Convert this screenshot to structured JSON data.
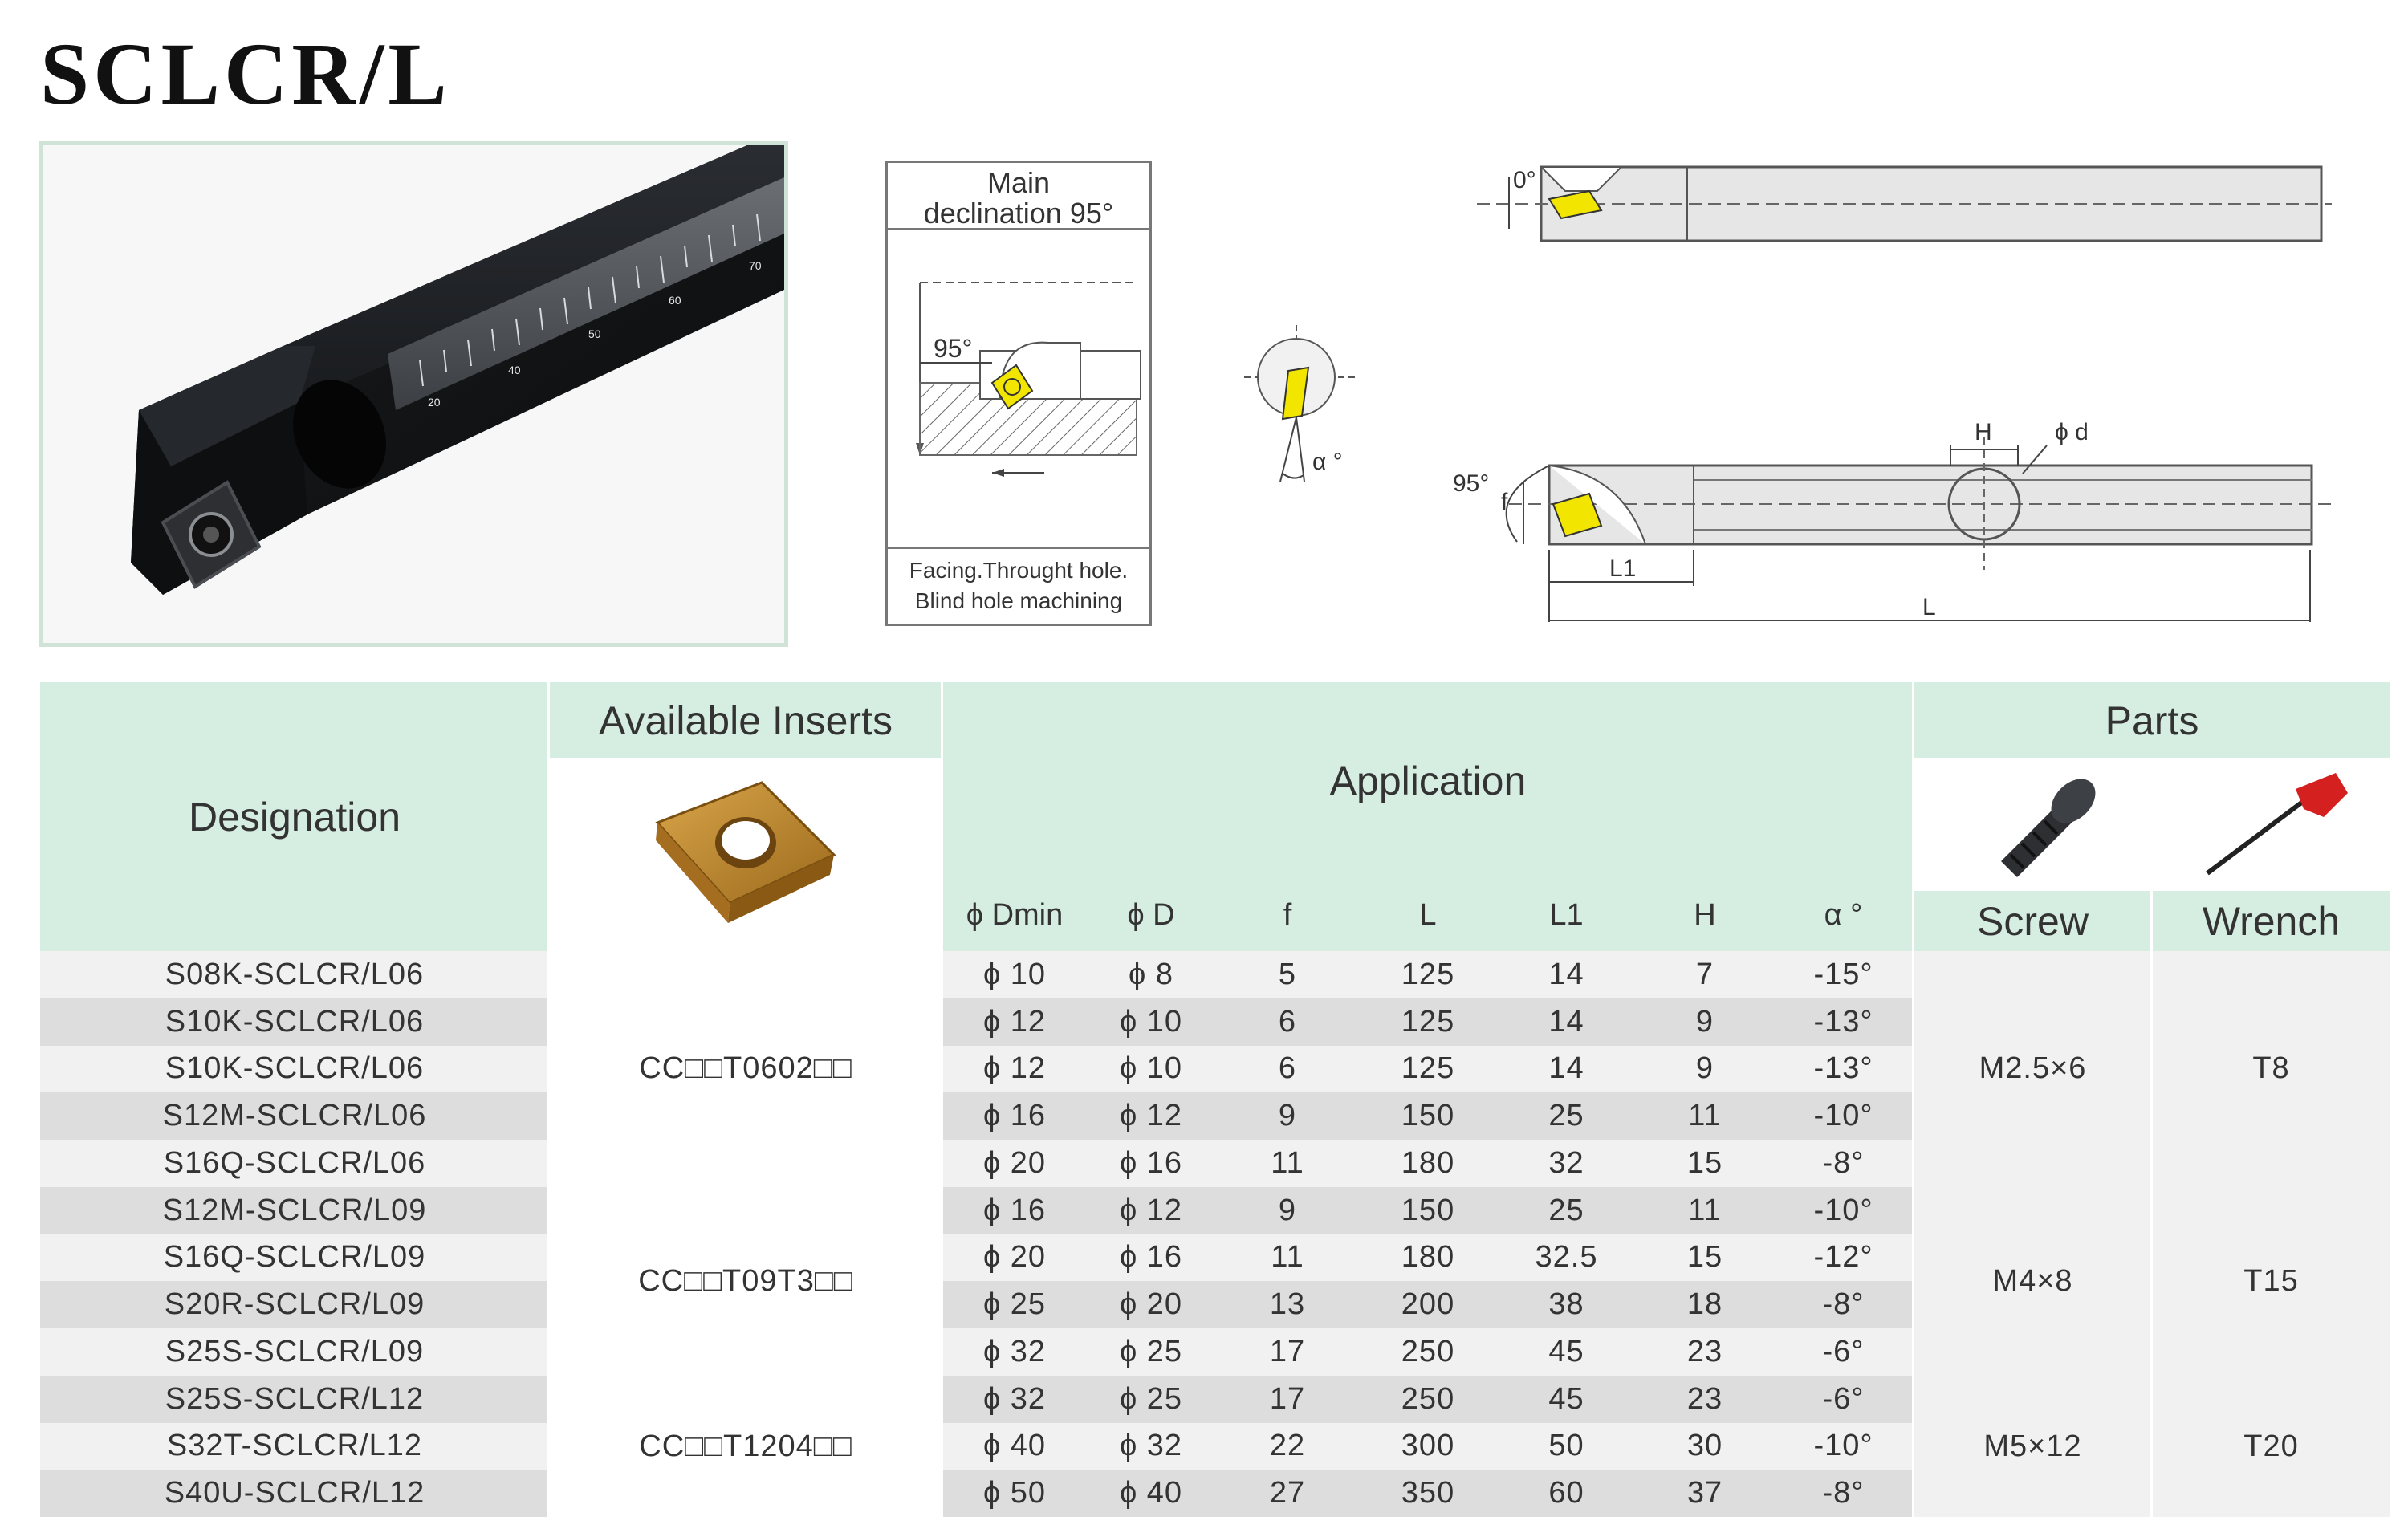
{
  "title": "SCLCR/L",
  "declination": {
    "header_line1": "Main",
    "header_line2": "declination 95°",
    "angle": "95°",
    "footer_line1": "Facing.Throught hole.",
    "footer_line2": "Blind hole machining"
  },
  "cross_section": {
    "alpha": "α °"
  },
  "drawing": {
    "angle_top": "0°",
    "angle_side": "95°",
    "f": "f",
    "H": "H",
    "phi_d": "ϕ d",
    "L1": "L1",
    "L": "L"
  },
  "photo_scale_marks": [
    "20",
    "40",
    "50",
    "60",
    "70"
  ],
  "table": {
    "headers": {
      "designation": "Designation",
      "available_inserts": "Available Inserts",
      "application": "Application",
      "parts": "Parts",
      "screw": "Screw",
      "wrench": "Wrench"
    },
    "app_columns": [
      "ϕ Dmin",
      "ϕ D",
      "f",
      "L",
      "L1",
      "H",
      "α °"
    ],
    "rows": [
      {
        "designation": "S08K-SCLCR/L06",
        "dmin": "ϕ 10",
        "d": "ϕ 8",
        "f": "5",
        "l": "125",
        "l1": "14",
        "h": "7",
        "alpha": "-15°"
      },
      {
        "designation": "S10K-SCLCR/L06",
        "dmin": "ϕ 12",
        "d": "ϕ 10",
        "f": "6",
        "l": "125",
        "l1": "14",
        "h": "9",
        "alpha": "-13°"
      },
      {
        "designation": "S10K-SCLCR/L06",
        "dmin": "ϕ 12",
        "d": "ϕ 10",
        "f": "6",
        "l": "125",
        "l1": "14",
        "h": "9",
        "alpha": "-13°"
      },
      {
        "designation": "S12M-SCLCR/L06",
        "dmin": "ϕ 16",
        "d": "ϕ 12",
        "f": "9",
        "l": "150",
        "l1": "25",
        "h": "11",
        "alpha": "-10°"
      },
      {
        "designation": "S16Q-SCLCR/L06",
        "dmin": "ϕ 20",
        "d": "ϕ 16",
        "f": "11",
        "l": "180",
        "l1": "32",
        "h": "15",
        "alpha": "-8°"
      },
      {
        "designation": "S12M-SCLCR/L09",
        "dmin": "ϕ 16",
        "d": "ϕ 12",
        "f": "9",
        "l": "150",
        "l1": "25",
        "h": "11",
        "alpha": "-10°"
      },
      {
        "designation": "S16Q-SCLCR/L09",
        "dmin": "ϕ 20",
        "d": "ϕ 16",
        "f": "11",
        "l": "180",
        "l1": "32.5",
        "h": "15",
        "alpha": "-12°"
      },
      {
        "designation": "S20R-SCLCR/L09",
        "dmin": "ϕ 25",
        "d": "ϕ 20",
        "f": "13",
        "l": "200",
        "l1": "38",
        "h": "18",
        "alpha": "-8°"
      },
      {
        "designation": "S25S-SCLCR/L09",
        "dmin": "ϕ 32",
        "d": "ϕ 25",
        "f": "17",
        "l": "250",
        "l1": "45",
        "h": "23",
        "alpha": "-6°"
      },
      {
        "designation": "S25S-SCLCR/L12",
        "dmin": "ϕ 32",
        "d": "ϕ 25",
        "f": "17",
        "l": "250",
        "l1": "45",
        "h": "23",
        "alpha": "-6°"
      },
      {
        "designation": "S32T-SCLCR/L12",
        "dmin": "ϕ 40",
        "d": "ϕ 32",
        "f": "22",
        "l": "300",
        "l1": "50",
        "h": "30",
        "alpha": "-10°"
      },
      {
        "designation": "S40U-SCLCR/L12",
        "dmin": "ϕ 50",
        "d": "ϕ 40",
        "f": "27",
        "l": "350",
        "l1": "60",
        "h": "37",
        "alpha": "-8°"
      }
    ],
    "groups": [
      {
        "insert": "CC□□T0602□□",
        "screw": "M2.5×6",
        "wrench": "T8"
      },
      {
        "insert": "CC□□T09T3□□",
        "screw": "M4×8",
        "wrench": "T15"
      },
      {
        "insert": "CC□□T1204□□",
        "screw": "M5×12",
        "wrench": "T20"
      }
    ]
  }
}
